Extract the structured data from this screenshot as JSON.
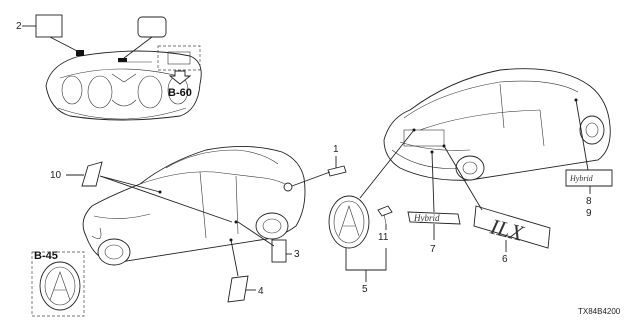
{
  "diagram": {
    "callouts": [
      "1",
      "2",
      "3",
      "4",
      "5",
      "6",
      "7",
      "8",
      "9",
      "10",
      "11"
    ],
    "references": {
      "hood_ref": "B-60",
      "front_ref": "B-45"
    },
    "emblems": {
      "hybrid_text": "Hybrid",
      "model_text": "ILX"
    },
    "diagram_code": "TX84B4200"
  }
}
